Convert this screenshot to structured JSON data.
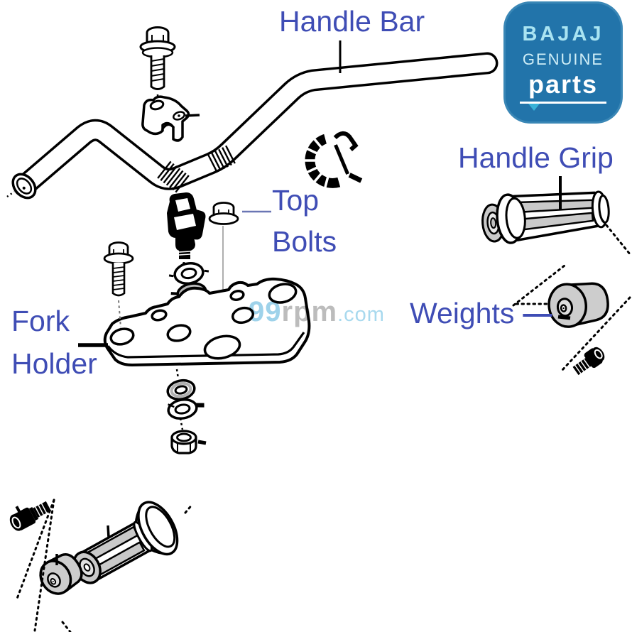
{
  "diagram_title": "Bajaj handle bar assembly exploded parts diagram",
  "labels": {
    "handle_bar": "Handle Bar",
    "handle_grip": "Handle Grip",
    "top_bolts": [
      "Top",
      "Bolts"
    ],
    "fork_holder": [
      "Fork",
      "Holder"
    ],
    "weights": "Weights",
    "weights_dash": "—"
  },
  "badge": {
    "brand": "BAJAJ",
    "genuine": "GENUINE",
    "parts": "parts",
    "background": "#2274aa",
    "brand_color": "#a9e4f2",
    "genuine_color": "#cfeef7",
    "parts_color": "#ffffff",
    "chevron_color": "#38b2d8"
  },
  "watermark": {
    "prefix": "99",
    "mid": "rpm",
    "suffix": ".com",
    "prefix_color": "#9ed2ea",
    "mid_color": "#bcbcbc",
    "suffix_color": "#a8d9ee"
  },
  "colors": {
    "label_blue": "#3f4db5",
    "line_black": "#000000",
    "part_gray": "#cbcbcb",
    "leader_blue_gray": "#6a76b4"
  },
  "drawing_parts": [
    "handle-bar",
    "bar-end-opening",
    "knurl-bands",
    "handlebar-clamp",
    "clamp-bolt",
    "cable-clip",
    "riser-stud",
    "top-bolt-nut",
    "plain-washer",
    "spring-washer",
    "fork-holder-plate",
    "flange-bolt",
    "lock-washer",
    "tab-washer",
    "hex-nut",
    "handle-grip",
    "bar-end-weight",
    "weight-bolt",
    "throttle-grip-left",
    "bar-end-weight-left",
    "weight-bolt-left"
  ]
}
